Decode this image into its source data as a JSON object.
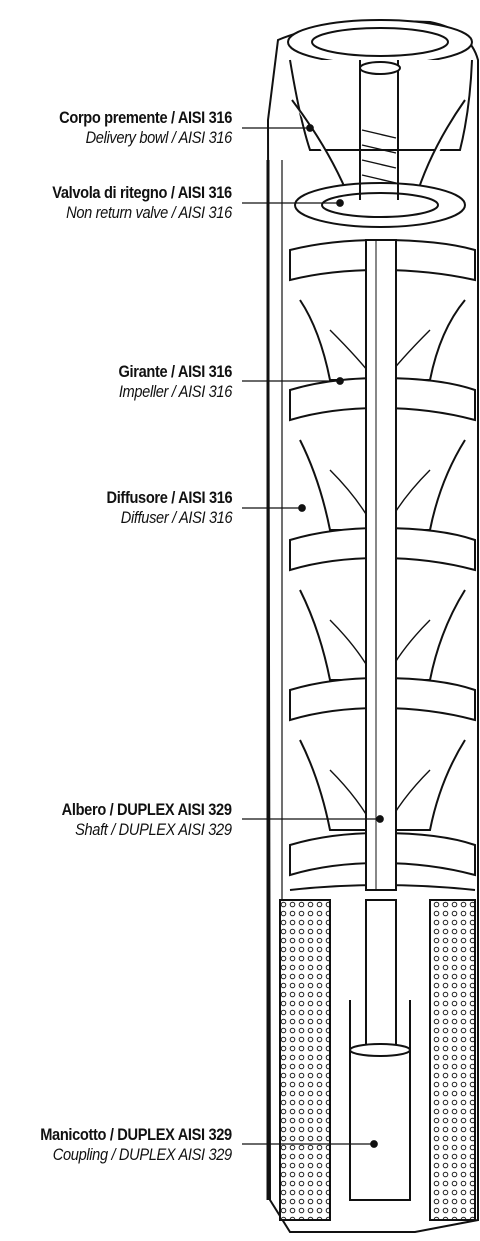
{
  "colors": {
    "ink": "#111111",
    "metal": "#ffffff",
    "shade": "#e6e6e6"
  },
  "callouts": [
    {
      "it": "Corpo premente / AISI 316",
      "en": "Delivery bowl / AISI 316"
    },
    {
      "it": "Valvola di ritegno / AISI 316",
      "en": "Non return valve / AISI 316"
    },
    {
      "it": "Girante / AISI 316",
      "en": "Impeller / AISI 316"
    },
    {
      "it": "Diffusore /  AISI 316",
      "en": "Diffuser / AISI 316"
    },
    {
      "it": "Albero / DUPLEX AISI 329",
      "en": "Shaft / DUPLEX AISI 329"
    },
    {
      "it": "Manicotto / DUPLEX AISI 329",
      "en": "Coupling / DUPLEX AISI 329"
    }
  ]
}
